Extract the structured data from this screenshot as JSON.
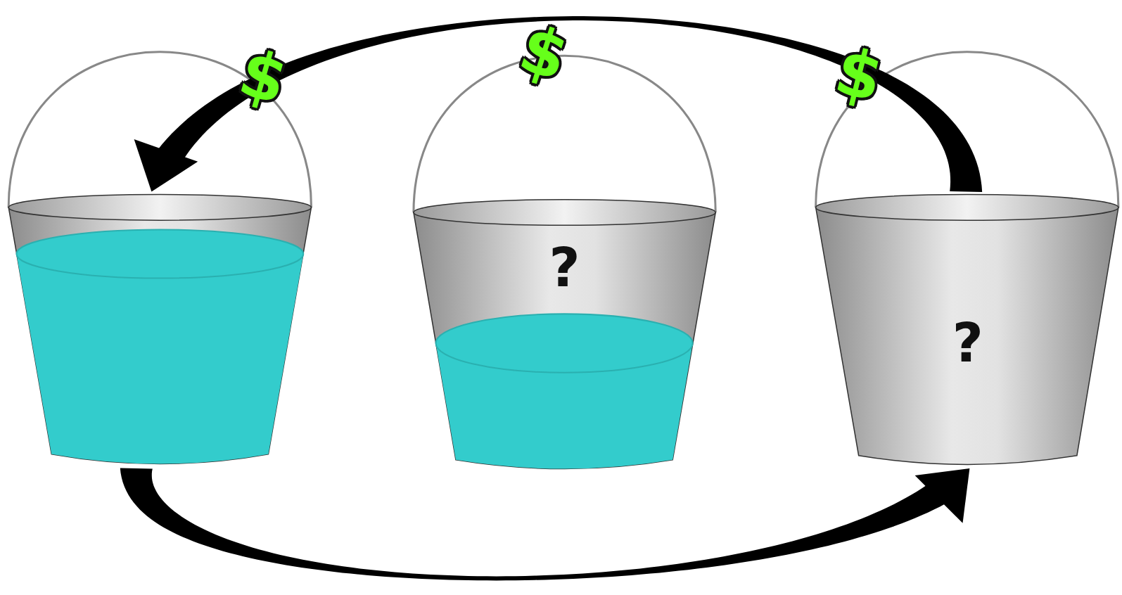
{
  "diagram": {
    "nodes": [
      {
        "text": []
      },
      {
        "text": [
          "?"
        ]
      },
      {
        "text": [
          "?"
        ]
      }
    ],
    "edges": [
      {
        "from": 0,
        "to": 2,
        "arrow": "to"
      },
      {
        "from": 2,
        "to": 0,
        "arrow": "to"
      }
    ],
    "labels": [
      "$",
      "$",
      "$"
    ]
  }
}
